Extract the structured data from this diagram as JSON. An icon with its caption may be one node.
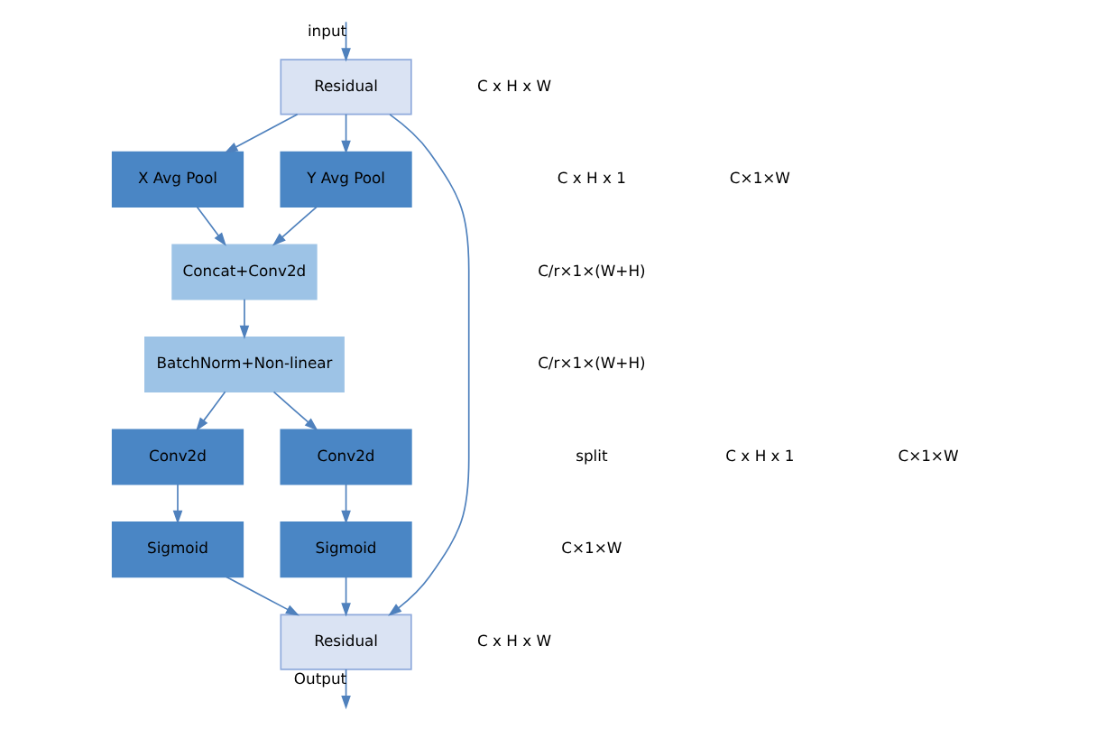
{
  "diagram": {
    "nodes": [
      {
        "text": [
          "Residual"
        ]
      },
      {
        "text": [
          "X Avg Pool"
        ]
      },
      {
        "text": [
          "Y Avg Pool"
        ]
      },
      {
        "text": [
          "Concat+Conv2d"
        ]
      },
      {
        "text": [
          "BatchNorm+Non-linear"
        ]
      },
      {
        "text": [
          "Conv2d"
        ]
      },
      {
        "text": [
          "Conv2d"
        ]
      },
      {
        "text": [
          "Sigmoid"
        ]
      },
      {
        "text": [
          "Sigmoid"
        ]
      },
      {
        "text": [
          "Residual"
        ]
      }
    ],
    "edges": [
      {
        "from": null,
        "to": 0,
        "arrow": "to",
        "label": "input"
      },
      {
        "from": 0,
        "to": 1,
        "arrow": "to"
      },
      {
        "from": 0,
        "to": 2,
        "arrow": "to"
      },
      {
        "from": 1,
        "to": 3,
        "arrow": "to"
      },
      {
        "from": 2,
        "to": 3,
        "arrow": "to"
      },
      {
        "from": 3,
        "to": 4,
        "arrow": "to"
      },
      {
        "from": 4,
        "to": 5,
        "arrow": "to"
      },
      {
        "from": 4,
        "to": 6,
        "arrow": "to"
      },
      {
        "from": 5,
        "to": 7,
        "arrow": "to"
      },
      {
        "from": 6,
        "to": 8,
        "arrow": "to"
      },
      {
        "from": 0,
        "to": 9,
        "arrow": "to"
      },
      {
        "from": 7,
        "to": 9,
        "arrow": "to"
      },
      {
        "from": 8,
        "to": 9,
        "arrow": "to"
      },
      {
        "from": 9,
        "to": null,
        "arrow": "to",
        "label": "Output"
      }
    ],
    "labels": [
      "C x H x W",
      "C x H x 1",
      "C×1×W",
      "C/r×1×(W+H)",
      "C/r×1×(W+H)",
      "split",
      "C x H x 1",
      "C×1×W",
      "C x H x W",
      "C×1×W"
    ]
  }
}
